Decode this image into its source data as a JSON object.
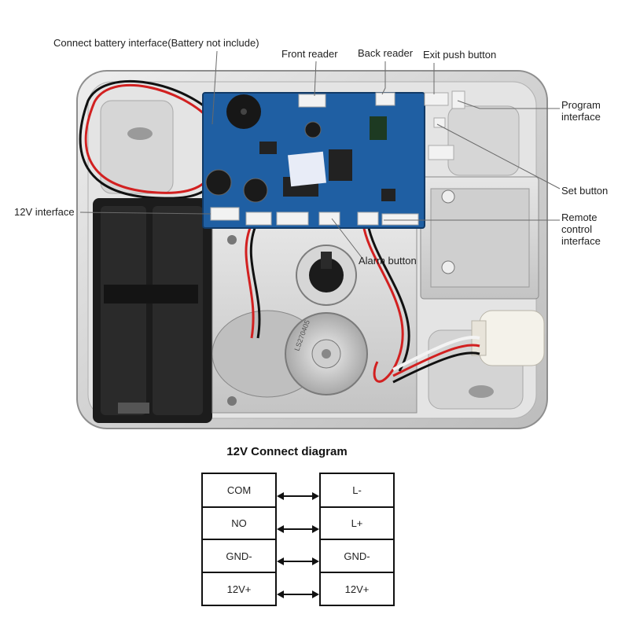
{
  "labels": {
    "battery": "Connect battery interface(Battery not include)",
    "front_reader": "Front reader",
    "back_reader": "Back reader",
    "exit_button": "Exit push button",
    "program": "Program interface",
    "set_button": "Set button",
    "v12": "12V interface",
    "remote": "Remote control interface",
    "alarm": "Alarm button",
    "motor_code": "LS270405"
  },
  "diagram": {
    "title": "12V Connect diagram",
    "rows": [
      {
        "left": "COM",
        "right": "L-"
      },
      {
        "left": "NO",
        "right": "L+"
      },
      {
        "left": "GND-",
        "right": "GND-"
      },
      {
        "left": "12V+",
        "right": "12V+"
      }
    ]
  },
  "colors": {
    "pcb": "#1f5fa3",
    "metal": "#d8d8d8",
    "battery_holder": "#1a1a1a",
    "wire_red": "#d22020",
    "wire_black": "#111111"
  }
}
